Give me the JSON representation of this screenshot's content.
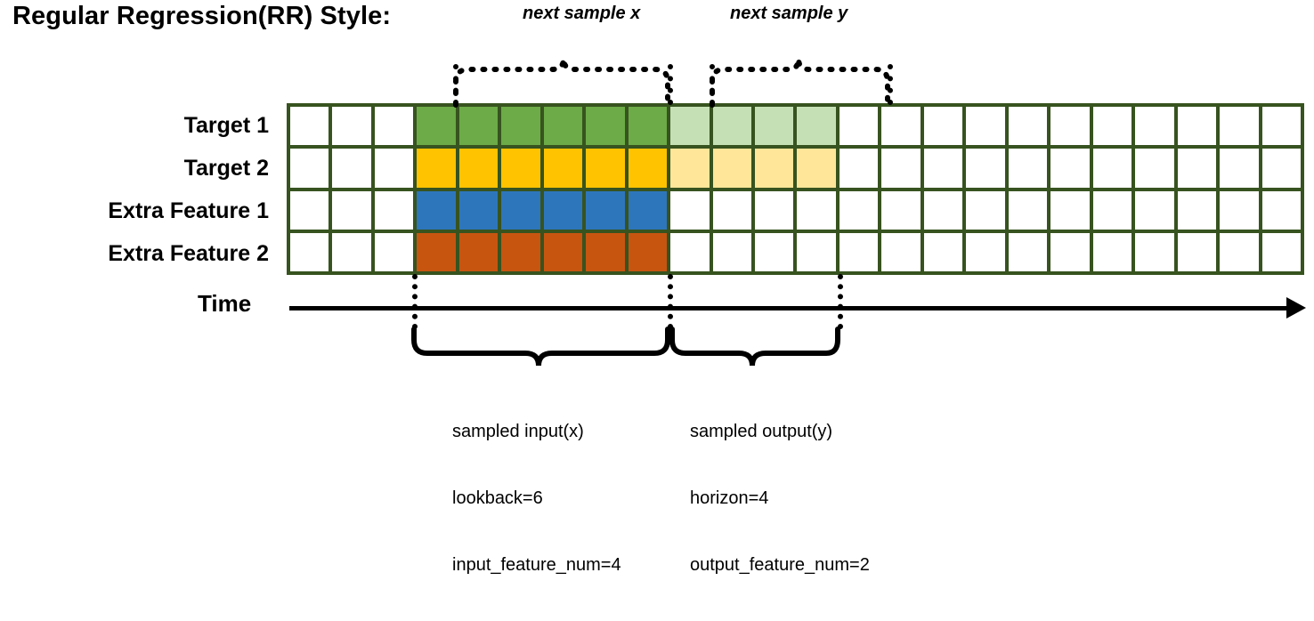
{
  "title": "Regular Regression(RR) Style:",
  "annotations": {
    "next_sample_x": "next sample x",
    "next_sample_y": "next sample y"
  },
  "rows": [
    {
      "label": "Target 1",
      "name": "target-1"
    },
    {
      "label": "Target 2",
      "name": "target-2"
    },
    {
      "label": "Extra Feature 1",
      "name": "extra-feature-1"
    },
    {
      "label": "Extra Feature 2",
      "name": "extra-feature-2"
    }
  ],
  "axis": {
    "label": "Time"
  },
  "grid": {
    "columns": 24,
    "rows": 4,
    "input_start_col": 3,
    "lookback": 6,
    "horizon": 4,
    "grid_color": "#37531F",
    "empty_color": "#FFFFFF",
    "row_colors": [
      {
        "input": "#6CAB47",
        "output": "#C5E0B4"
      },
      {
        "input": "#FFC300",
        "output": "#FFE699"
      },
      {
        "input": "#2E76BC",
        "output": "#FFFFFF"
      },
      {
        "input": "#C75510",
        "output": "#FFFFFF"
      }
    ]
  },
  "captions": {
    "input": {
      "line1": "sampled input(x)",
      "line2": "lookback=6",
      "line3": "input_feature_num=4"
    },
    "output": {
      "line1": "sampled output(y)",
      "line2": "horizon=4",
      "line3": "output_feature_num=2"
    }
  }
}
